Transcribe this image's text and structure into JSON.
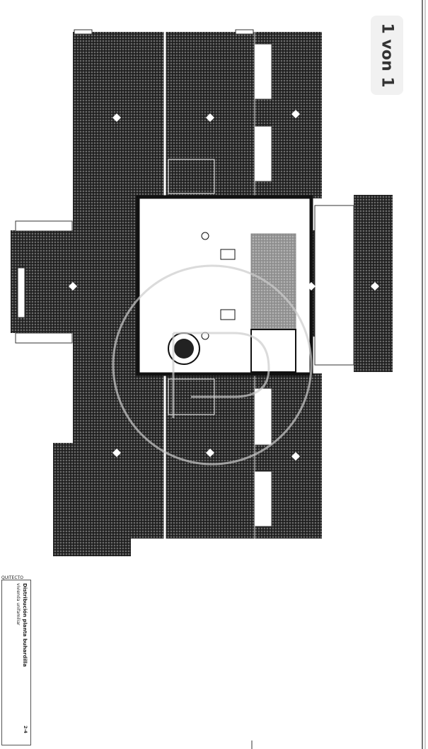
{
  "viewer": {
    "page_indicator": "1 von 1"
  },
  "drawing": {
    "title": "Distribución planta buhardilla",
    "project": "vivienda unifamiliar",
    "architect_label": "QUITECTO",
    "sheet": "2-4"
  },
  "colors": {
    "roof": "#2a2a2a",
    "wall": "#111111",
    "watermark": "#bbbbbb",
    "badge_bg": "#f1f1f1"
  }
}
